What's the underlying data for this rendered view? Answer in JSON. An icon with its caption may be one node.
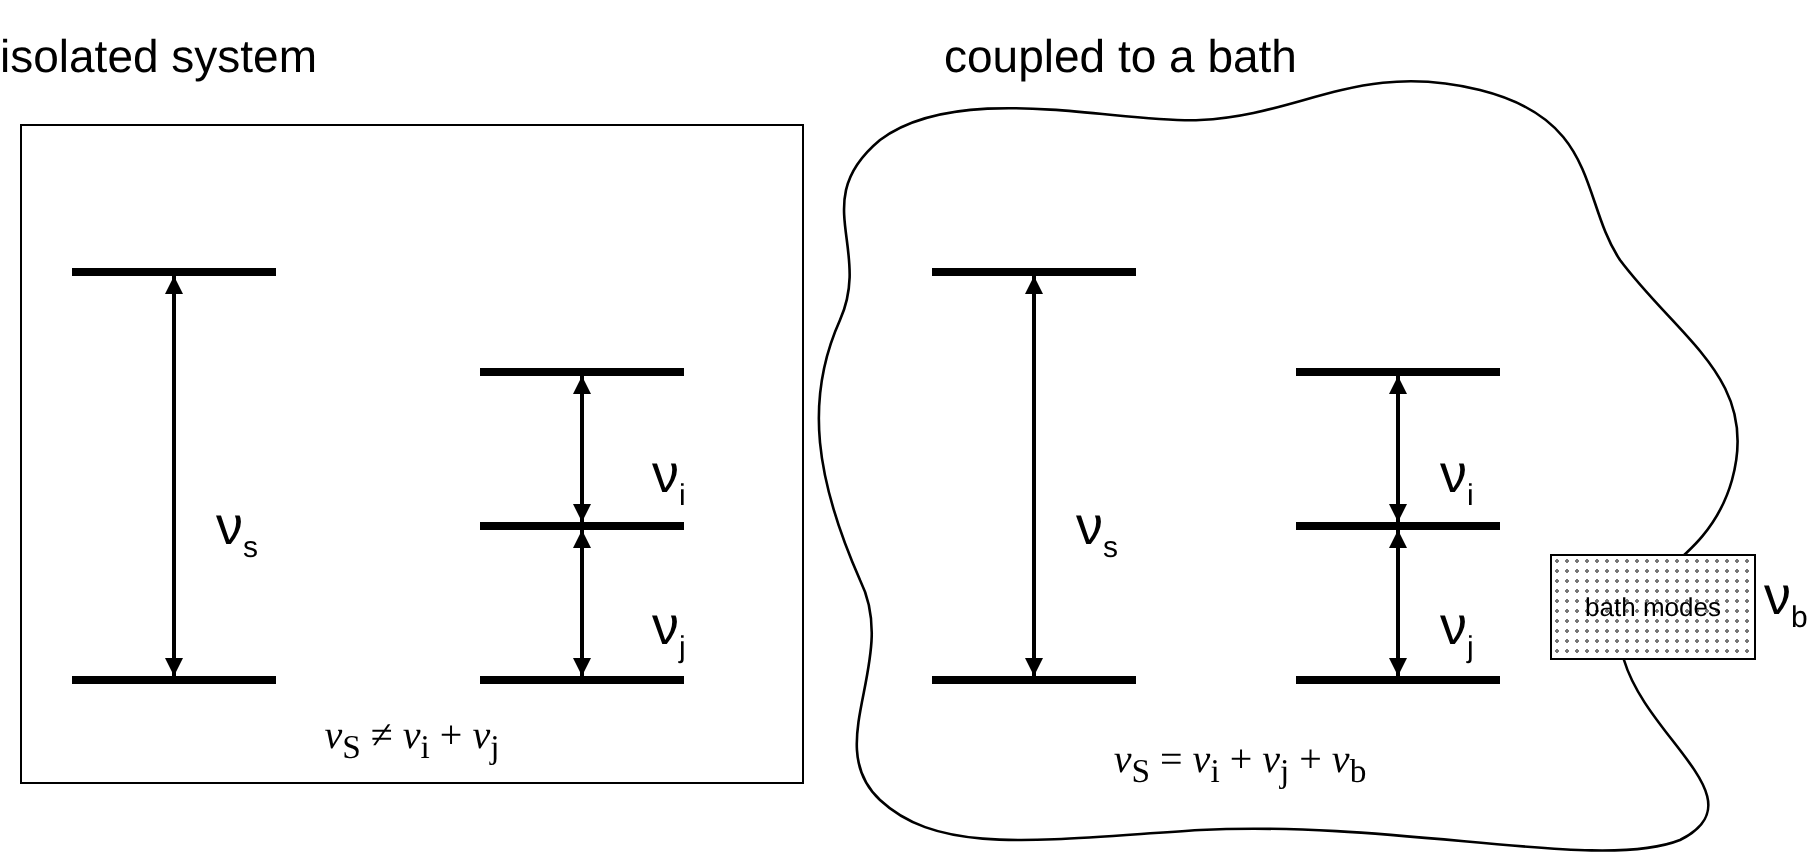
{
  "diagram": {
    "nodes": [
      {
        "text": [
          "isolated system",
          "*ν*$_{S}$ ≠ *ν*$_{i}$ + *ν*$_{j}$"
        ]
      },
      {
        "text": [],
        "shape": "bar",
        "in": 0
      },
      {
        "text": [],
        "shape": "bar",
        "in": 0
      },
      {
        "text": [],
        "shape": "bar",
        "in": 0
      },
      {
        "text": [],
        "shape": "bar",
        "in": 0
      },
      {
        "text": [],
        "shape": "bar",
        "in": 0
      },
      {
        "text": [
          "coupled to a bath",
          "*ν*$_{S}$ = *ν*$_{i}$ + *ν*$_{j}$ + *ν*$_{b}$"
        ]
      },
      {
        "text": [],
        "shape": "bar",
        "in": 6
      },
      {
        "text": [],
        "shape": "bar",
        "in": 6
      },
      {
        "text": [],
        "shape": "bar",
        "in": 6
      },
      {
        "text": [],
        "shape": "bar",
        "in": 6
      },
      {
        "text": [],
        "shape": "bar",
        "in": 6
      },
      {
        "text": [
          "bath modes"
        ],
        "beside": [
          "ν$_{b}$"
        ]
      }
    ],
    "edges": [
      {
        "from": 2,
        "to": 1,
        "arrow": "both",
        "label": "ν$_{s}$"
      },
      {
        "from": 4,
        "to": 3,
        "arrow": "both",
        "label": "ν$_{i}$"
      },
      {
        "from": 5,
        "to": 4,
        "arrow": "both",
        "label": "ν$_{j}$"
      },
      {
        "from": 8,
        "to": 7,
        "arrow": "both",
        "label": "ν$_{s}$"
      },
      {
        "from": 10,
        "to": 9,
        "arrow": "both",
        "label": "ν$_{i}$"
      },
      {
        "from": 11,
        "to": 10,
        "arrow": "both",
        "label": "ν$_{j}$"
      }
    ]
  }
}
